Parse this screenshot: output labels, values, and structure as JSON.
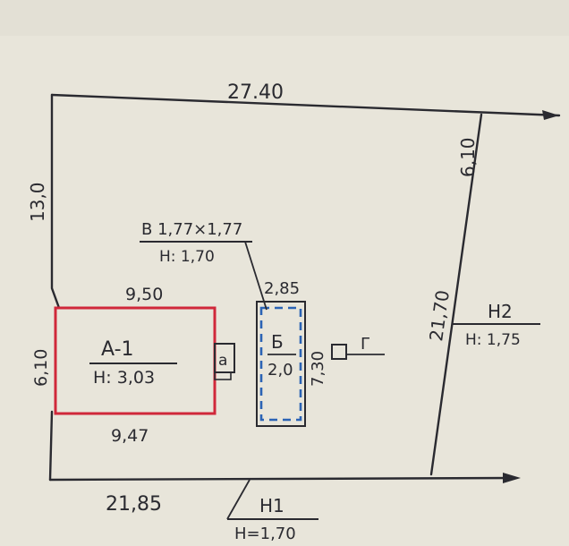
{
  "boundary": {
    "top_length": "27.40",
    "left_upper_length": "13,0",
    "left_lower_length": "6,10",
    "bottom_length": "21,85",
    "right_upper_length": "6,10",
    "right_lower_length": "21,70"
  },
  "building_a1": {
    "label": "A-1",
    "height": "H: 3,03",
    "top_length": "9,50",
    "bottom_length": "9,47",
    "side_length": "6,10",
    "annex_label": "a",
    "outline_color": "#d0283a"
  },
  "building_b": {
    "label": "Б",
    "height": "2,0",
    "width_length": "2,85",
    "depth_length": "7,30",
    "outline_color": "#2b63b5"
  },
  "structure_v": {
    "label": "В 1,77×1,77",
    "height": "H: 1,70"
  },
  "structure_g": {
    "label": "Г"
  },
  "fence_n1": {
    "label": "Н1",
    "height": "H=1,70"
  },
  "fence_n2": {
    "label": "Н2",
    "height": "H: 1,75"
  },
  "colors": {
    "ink": "#2a2a30",
    "red_outline": "#d0283a",
    "blue_outline": "#2b63b5"
  }
}
